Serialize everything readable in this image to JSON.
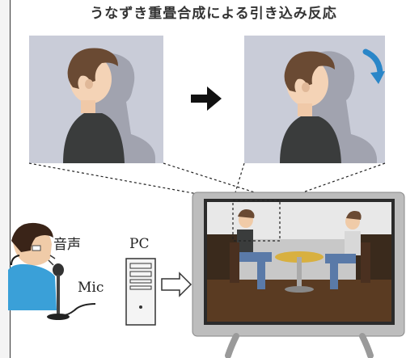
{
  "caption": "うなずき重畳合成による引き込み反応",
  "labels": {
    "voice": "音声",
    "pc": "PC",
    "mic": "Mic"
  },
  "colors": {
    "panel_bg": "#c9ccd8",
    "nod_arrow": "#2a86c8",
    "monitor_frame": "#bdbdbd",
    "room_floor": "#5a3b22"
  },
  "icons": [
    "right-arrow-icon",
    "nod-rotate-icon",
    "speaker-person-icon",
    "microphone-icon",
    "pc-tower-icon",
    "signal-arrow-icon",
    "monitor-icon"
  ]
}
